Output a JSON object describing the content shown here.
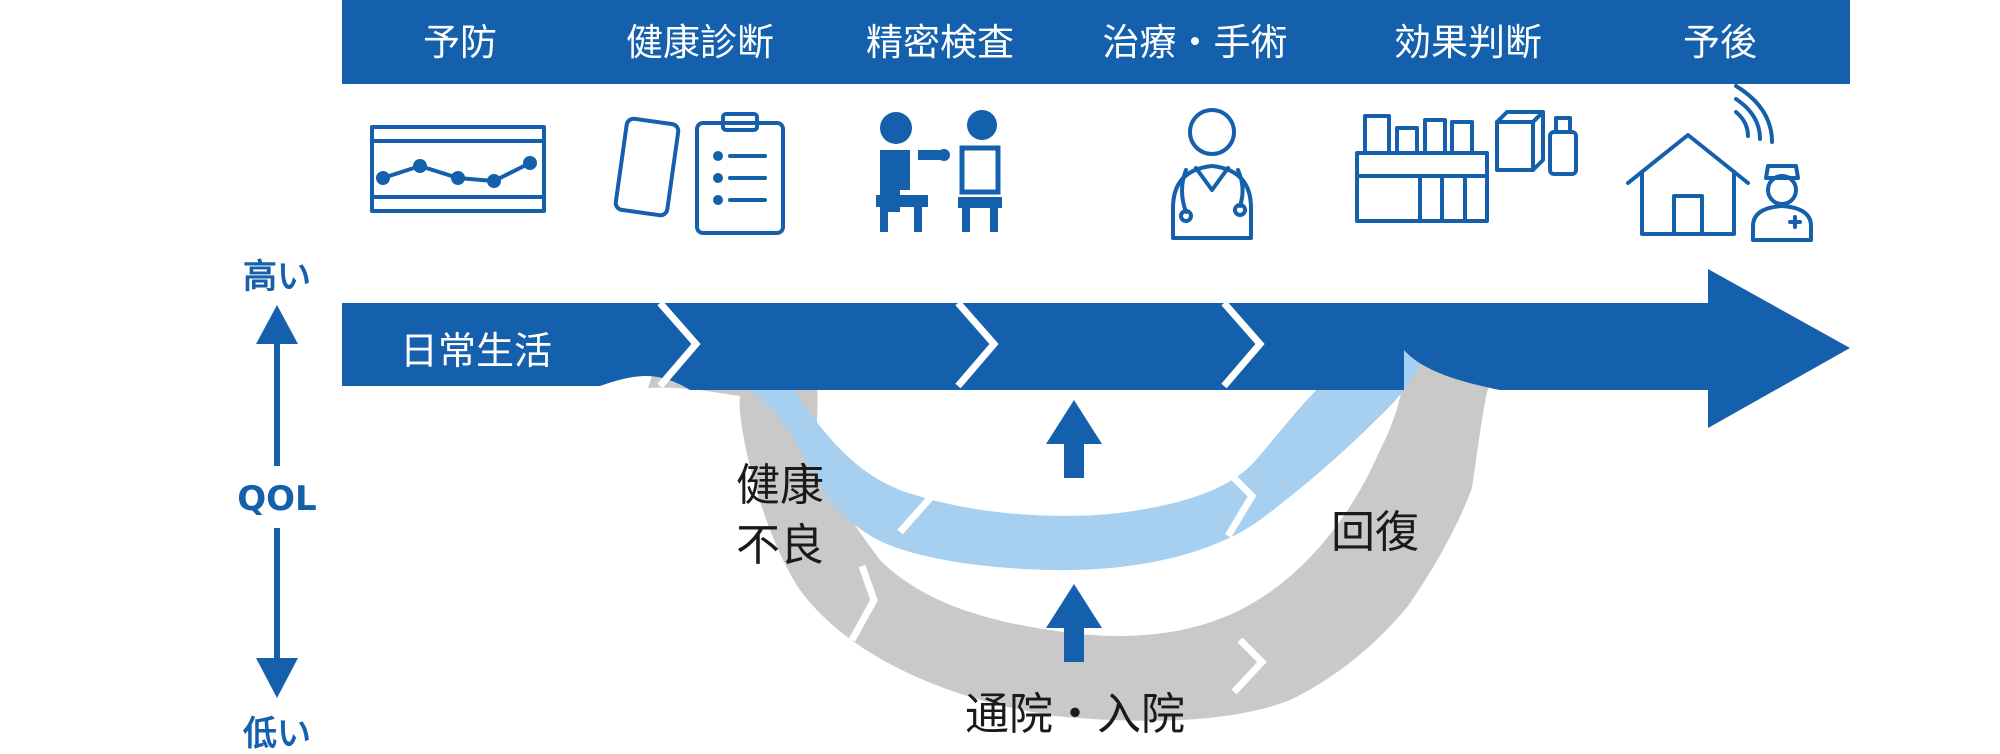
{
  "stages": {
    "prevention": "予防",
    "health_check": "健康診断",
    "detailed_exam": "精密検査",
    "treatment_surgery": "治療・手術",
    "effect_evaluation": "効果判断",
    "prognosis": "予後"
  },
  "qol_axis": {
    "high": "高い",
    "label": "QOL",
    "low": "低い"
  },
  "flow": {
    "daily_life": "日常生活",
    "poor_health_line1": "健康",
    "poor_health_line2": "不良",
    "recovery": "回復",
    "hospital_visit": "通院・入院"
  },
  "colors": {
    "brand_blue": "#1560ad",
    "light_blue": "#a7cff0",
    "gray": "#c9c9c9",
    "white": "#ffffff"
  }
}
